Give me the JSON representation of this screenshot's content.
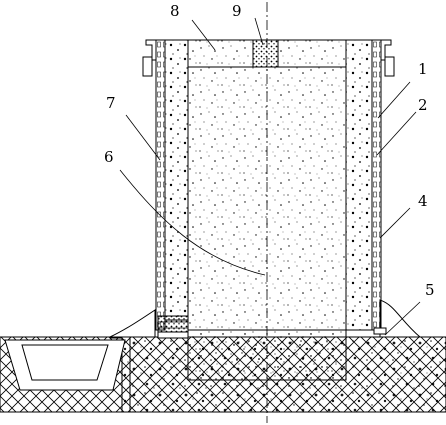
{
  "labels": {
    "l1": "1",
    "l2": "2",
    "l4": "4",
    "l5": "5",
    "l6": "6",
    "l7": "7",
    "l8": "8",
    "l9": "9"
  }
}
